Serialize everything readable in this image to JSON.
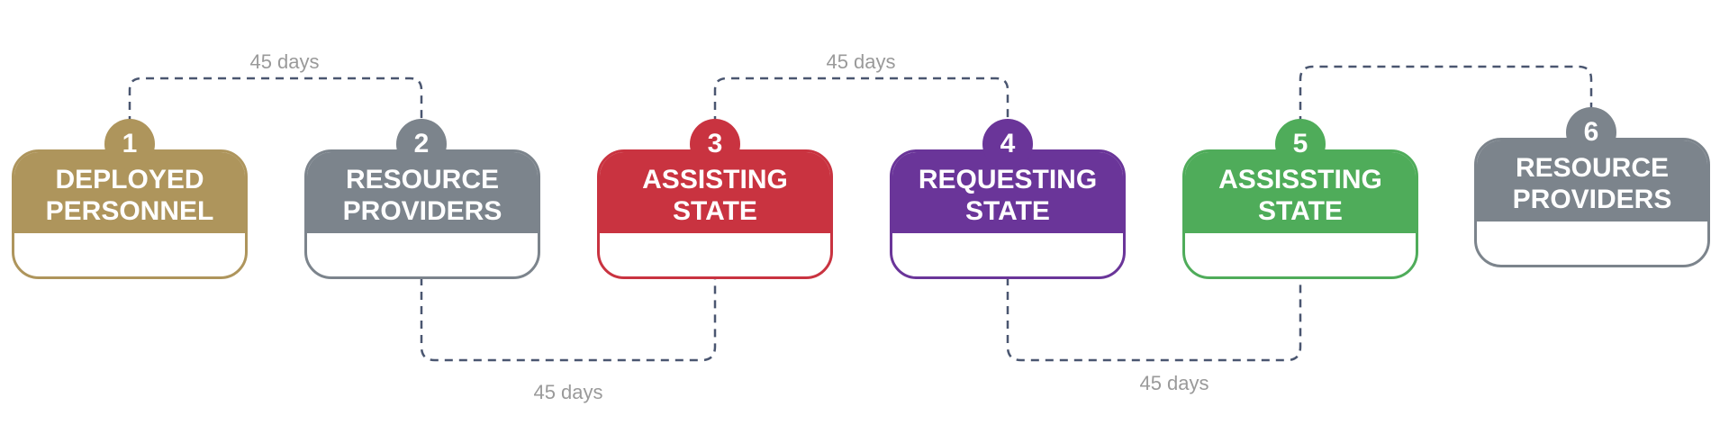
{
  "steps": [
    {
      "number": "1",
      "title": "DEPLOYED\nPERSONNEL",
      "color": "#ae955c"
    },
    {
      "number": "2",
      "title": "RESOURCE\nPROVIDERS",
      "color": "#7c848c"
    },
    {
      "number": "3",
      "title": "ASSISTING\nSTATE",
      "color": "#c93340"
    },
    {
      "number": "4",
      "title": "REQUESTING\nSTATE",
      "color": "#6a3599"
    },
    {
      "number": "5",
      "title": "ASSISSTING\nSTATE",
      "color": "#4fac5a"
    },
    {
      "number": "6",
      "title": "RESOURCE\nPROVIDERS",
      "color": "#7c848c"
    }
  ],
  "connector_color": "#4a5670",
  "gaps": [
    {
      "label": "45 days",
      "from": "1",
      "to": "2"
    },
    {
      "label": "45 days",
      "from": "2",
      "to": "3"
    },
    {
      "label": "45 days",
      "from": "3",
      "to": "4"
    },
    {
      "label": "45 days",
      "from": "4",
      "to": "5"
    }
  ]
}
